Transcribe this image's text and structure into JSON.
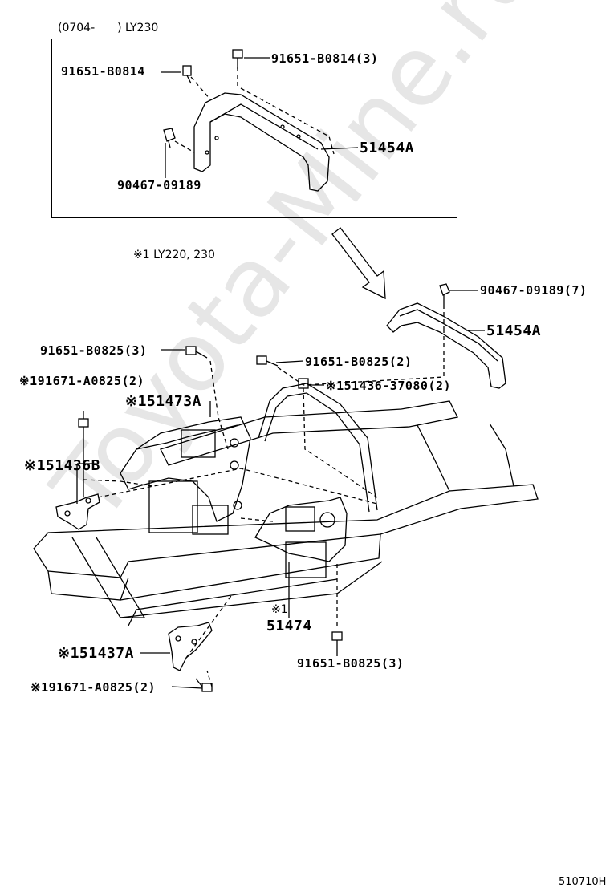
{
  "watermark": "Toyota-Mine.ru",
  "inset": {
    "caption": "(0704-　　) LY230",
    "labels": {
      "bolt_left": "91651-B0814",
      "bolt_top": "91651-B0814(3)",
      "bracket": "51454A",
      "clip": "90467-09189"
    }
  },
  "note": "※1  LY220, 230",
  "labels": {
    "clip_right": "90467-09189(7)",
    "bracket_right": "51454A",
    "bolt_upper_left": "91651-B0825(3)",
    "bolt_upper_mid": "91651-B0825(2)",
    "bolt_a_upper": "※191671-A0825(2)",
    "nut_51436": "※151436-37080(2)",
    "part_51473A": "※151473A",
    "part_51436B": "※151436B",
    "part_51474_mark": "※1",
    "part_51474": "51474",
    "part_51437A": "※151437A",
    "bolt_lower_right": "91651-B0825(3)",
    "bolt_a_lower": "※191671-A0825(2)"
  },
  "diagram_code": "510710H",
  "colors": {
    "line": "#000000",
    "watermark": "#e6e6e6"
  }
}
